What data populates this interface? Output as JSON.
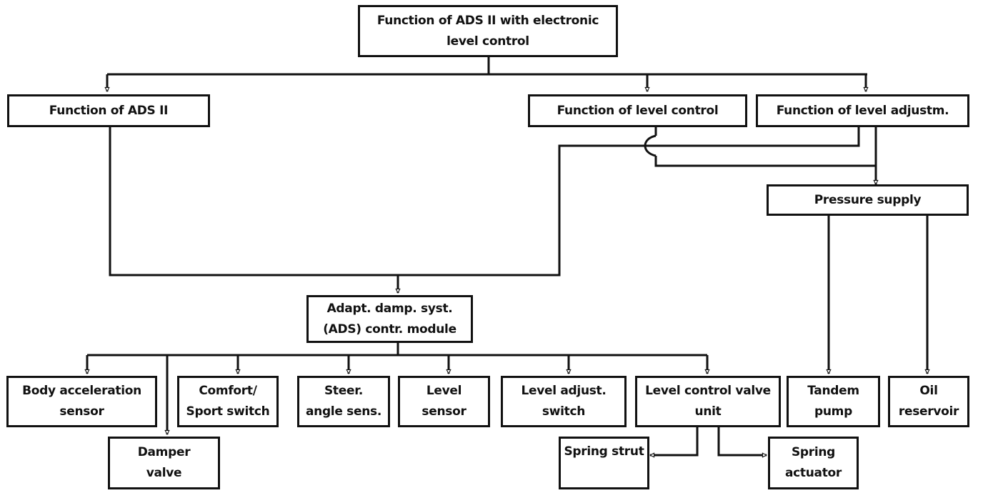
{
  "nodes": {
    "root": {
      "line1": "Function of ADS II with electronic",
      "line2": "level control"
    },
    "ads2": {
      "line1": "Function of ADS II"
    },
    "level_control": {
      "line1": "Function of level control"
    },
    "level_adjust": {
      "line1": "Function of level adjustm."
    },
    "pressure": {
      "line1": "Pressure supply"
    },
    "module": {
      "line1": "Adapt. damp. syst.",
      "line2": "(ADS) contr. module"
    },
    "body_accel": {
      "line1": "Body acceleration",
      "line2": "sensor"
    },
    "comfort": {
      "line1": "Comfort/",
      "line2": "Sport switch"
    },
    "steer": {
      "line1": "Steer.",
      "line2": "angle sens."
    },
    "level_sensor": {
      "line1": "Level",
      "line2": "sensor"
    },
    "level_switch": {
      "line1": "Level adjust.",
      "line2": "switch"
    },
    "valve_unit": {
      "line1": "Level control valve",
      "line2": "unit"
    },
    "tandem": {
      "line1": "Tandem",
      "line2": "pump"
    },
    "oil": {
      "line1": "Oil",
      "line2": "reservoir"
    },
    "damper": {
      "line1": "Damper",
      "line2": "valve"
    },
    "spring_strut": {
      "line1": "Spring strut"
    },
    "spring_act": {
      "line1": "Spring",
      "line2": "actuator"
    }
  }
}
